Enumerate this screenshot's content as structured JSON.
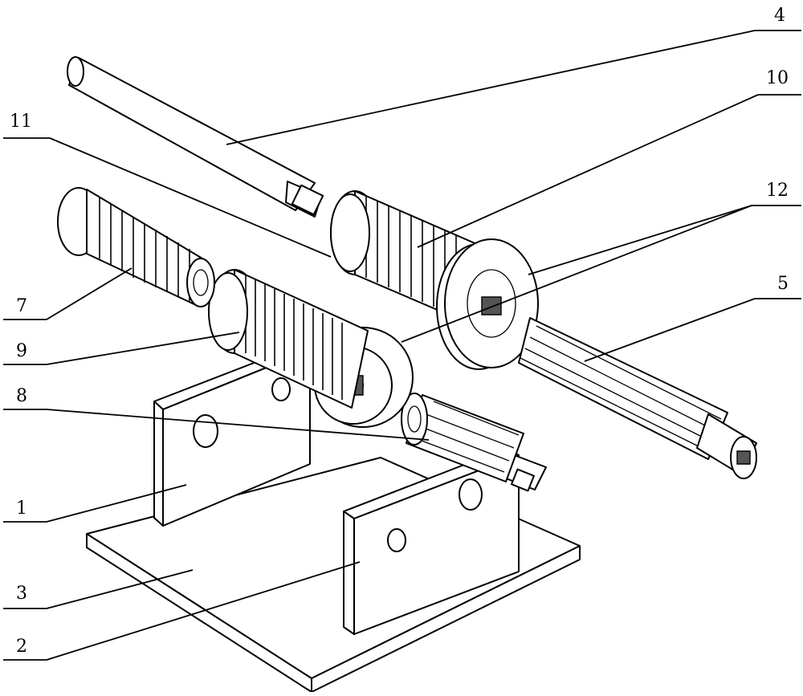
{
  "figure": {
    "labels": {
      "part_1": "1",
      "part_2": "2",
      "part_3": "3",
      "part_4": "4",
      "part_5": "5",
      "part_7": "7",
      "part_8": "8",
      "part_9": "9",
      "part_10": "10",
      "part_11": "11",
      "part_12": "12"
    }
  }
}
